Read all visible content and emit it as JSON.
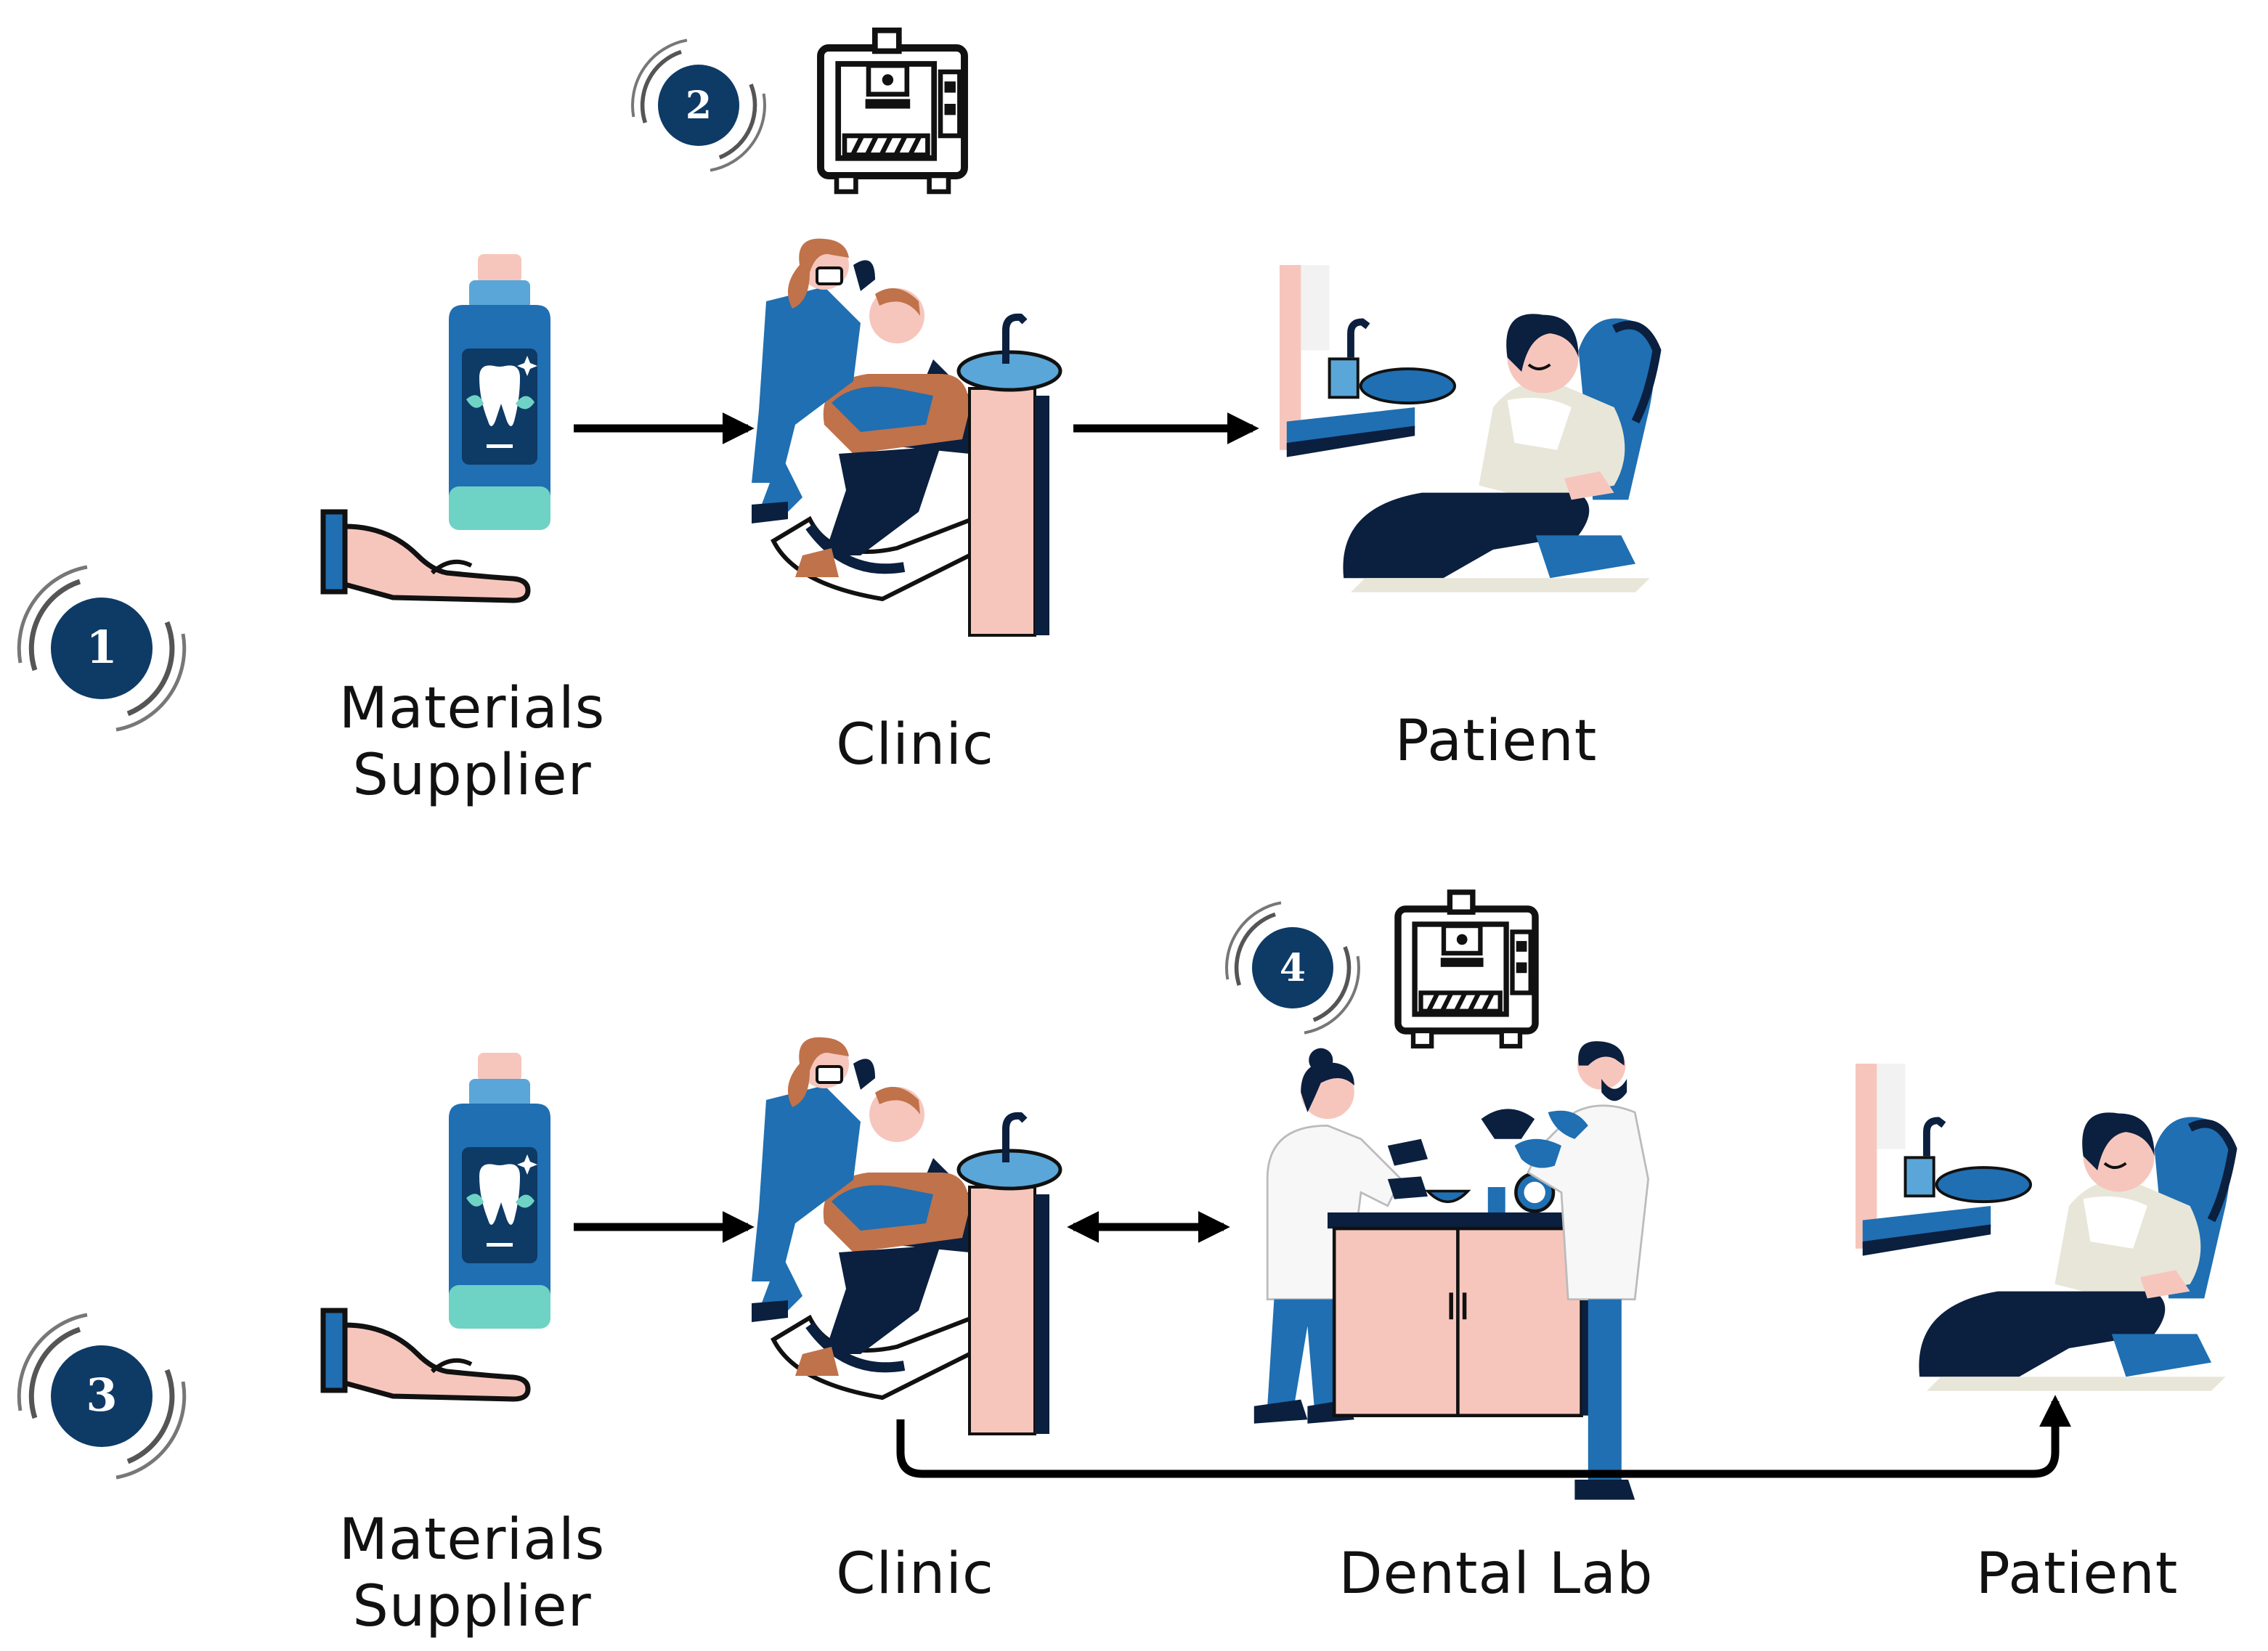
{
  "colors": {
    "navy": "#0e3a66",
    "blue": "#1f6fb2",
    "light_blue": "#5aa6d8",
    "pink": "#f6c6bd",
    "teal": "#6ed3c4",
    "dark": "#0b1f3f",
    "ring": "#555555",
    "arrow": "#000000"
  },
  "badges": [
    {
      "id": "1",
      "label": "1"
    },
    {
      "id": "2",
      "label": "2"
    },
    {
      "id": "3",
      "label": "3"
    },
    {
      "id": "4",
      "label": "4"
    }
  ],
  "row1": {
    "labels": {
      "supplier": "Materials Supplier",
      "clinic": "Clinic",
      "patient": "Patient"
    }
  },
  "row2": {
    "labels": {
      "supplier": "Materials Supplier",
      "clinic": "Clinic",
      "lab": "Dental Lab",
      "patient": "Patient"
    }
  },
  "icons": {
    "printer": "3d-printer-icon",
    "bottle": "mouthwash-bottle-icon",
    "hand": "open-hand-icon",
    "dentist": "dentist-with-patient-icon",
    "patient": "patient-in-chair-icon",
    "lab": "dental-lab-technicians-icon"
  }
}
